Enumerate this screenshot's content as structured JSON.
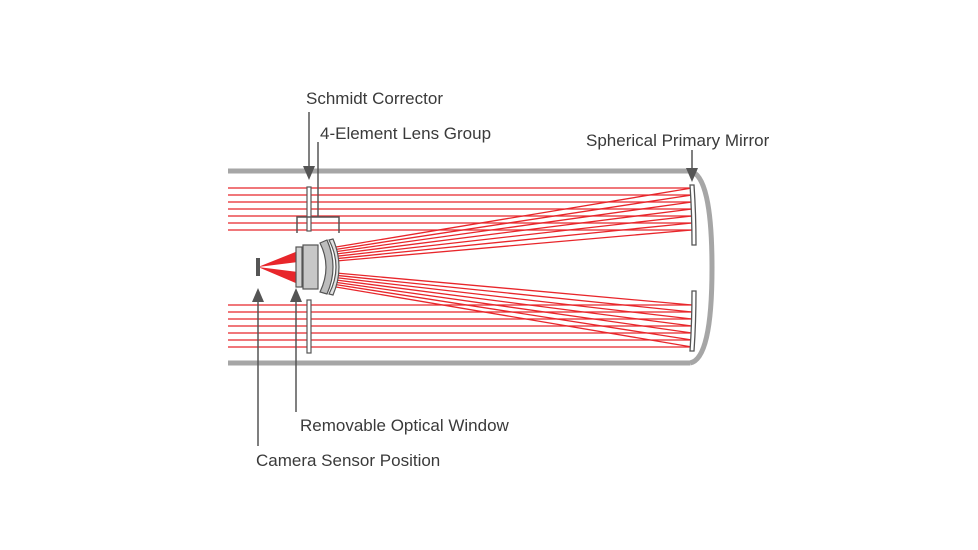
{
  "labels": {
    "schmidt_corrector": "Schmidt Corrector",
    "lens_group": "4-Element Lens Group",
    "primary_mirror": "Spherical Primary Mirror",
    "optical_window": "Removable Optical Window",
    "camera_sensor": "Camera Sensor Position"
  },
  "colors": {
    "ray": "#e8262b",
    "tube": "#a6a6a6",
    "callout": "#555555",
    "label": "#3a3a3a",
    "lens_fill": "#d4d4d4"
  }
}
